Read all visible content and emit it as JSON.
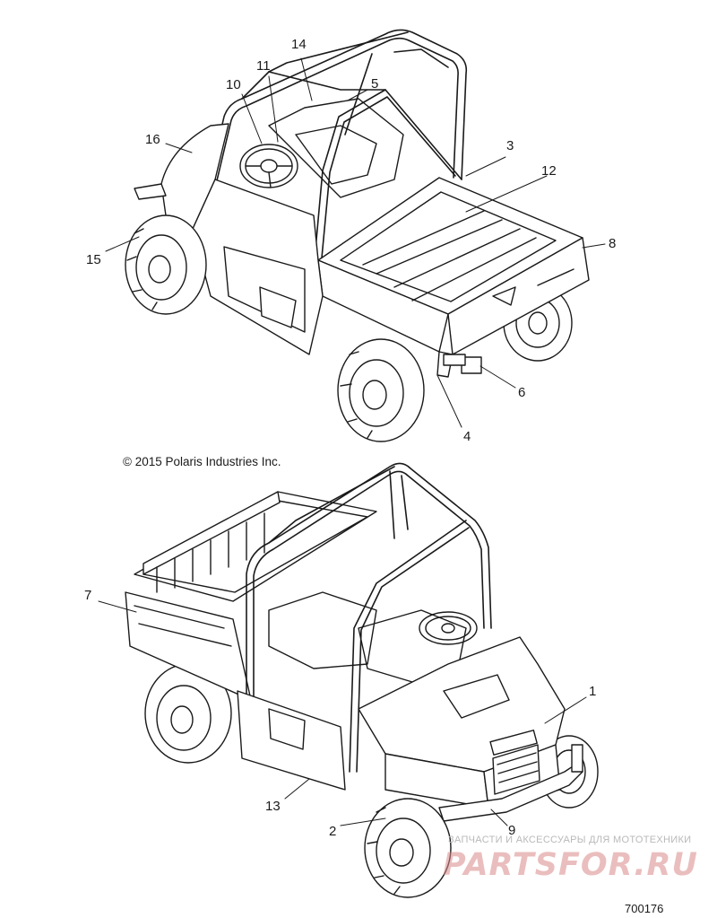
{
  "copyright": "© 2015 Polaris Industries Inc.",
  "figure_id": "700176",
  "watermark": {
    "tagline": "ЗАПЧАСТИ И АКСЕССУАРЫ ДЛЯ МОТОТЕХНИКИ",
    "logo": "PARTSFOR.RU"
  },
  "callouts": {
    "c1": "1",
    "c2": "2",
    "c3": "3",
    "c4": "4",
    "c5": "5",
    "c6": "6",
    "c7": "7",
    "c8": "8",
    "c9": "9",
    "c10": "10",
    "c11": "11",
    "c12": "12",
    "c13": "13",
    "c14": "14",
    "c15": "15",
    "c16": "16"
  },
  "colors": {
    "line": "#1a1a1a",
    "fill": "#ffffff",
    "watermark": "#d98a8a"
  }
}
